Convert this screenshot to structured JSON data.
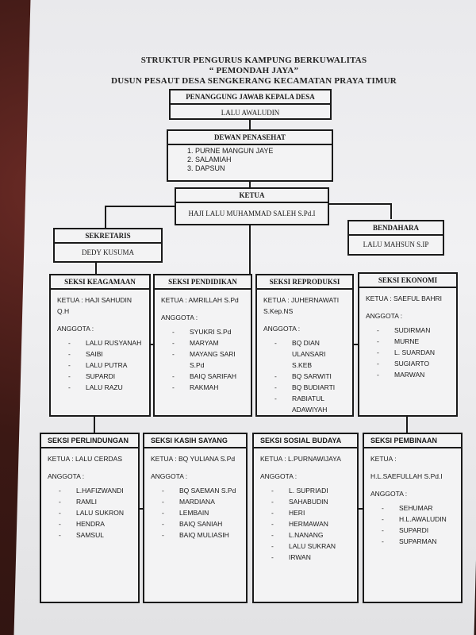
{
  "title": {
    "line1": "STRUKTUR PENGURUS KAMPUNG BERKUWALITAS",
    "line2": "“ PEMONDAH JAYA”",
    "line3": "DUSUN PESAUT DESA SENGKERANG KECAMATAN PRAYA TIMUR"
  },
  "penanggung": {
    "heading": "PENANGGUNG JAWAB KEPALA DESA",
    "name": "LALU AWALUDIN"
  },
  "dewan": {
    "heading": "DEWAN PENASEHAT",
    "members": [
      "PURNE MANGUN JAYE",
      "SALAMIAH",
      "DAPSUN"
    ]
  },
  "ketua": {
    "heading": "KETUA",
    "name": "HAJI LALU MUHAMMAD SALEH S.Pd.I"
  },
  "sekretaris": {
    "heading": "SEKRETARIS",
    "name": "DEDY KUSUMA"
  },
  "bendahara": {
    "heading": "BENDAHARA",
    "name": "LALU MAHSUN S.IP"
  },
  "sections": [
    {
      "heading": "SEKSI KEAGAMAAN",
      "ketua": "KETUA : HAJI SAHUDIN Q.H",
      "anggota_label": "ANGGOTA :",
      "members": [
        "LALU RUSYANAH",
        "SAIBI",
        "LALU PUTRA",
        "SUPARDI",
        "LALU RAZU"
      ]
    },
    {
      "heading": "SEKSI PENDIDIKAN",
      "ketua": "KETUA : AMRILLAH  S.Pd",
      "anggota_label": "ANGGOTA :",
      "members": [
        "SYUKRI S.Pd",
        "MARYAM",
        "MAYANG SARI S.Pd",
        "BAIQ SARIFAH",
        "RAKMAH"
      ]
    },
    {
      "heading": "SEKSI REPRODUKSI",
      "ketua": "KETUA : JUHERNAWATI S.Kep.NS",
      "anggota_label": "ANGGOTA :",
      "members": [
        "BQ DIAN ULANSARI S.KEB",
        "BQ SARWITI",
        "BQ BUDIARTI",
        "RABIATUL ADAWIYAH"
      ]
    },
    {
      "heading": "SEKSI EKONOMI",
      "ketua": "KETUA : SAEFUL BAHRI",
      "anggota_label": "ANGGOTA :",
      "members": [
        "SUDIRMAN",
        "MURNE",
        "L. SUARDAN",
        "SUGIARTO",
        "MARWAN"
      ]
    },
    {
      "heading": "SEKSI PERLINDUNGAN",
      "ketua": "KETUA : LALU  CERDAS",
      "anggota_label": "ANGGOTA :",
      "members": [
        "L.HAFIZWANDI",
        "RAMLI",
        "LALU SUKRON",
        "HENDRA",
        "SAMSUL"
      ]
    },
    {
      "heading": "SEKSI KASIH SAYANG",
      "ketua": "KETUA :  BQ YULIANA S.Pd",
      "anggota_label": "ANGGOTA :",
      "members": [
        "BQ SAEMAN S.Pd",
        "MARDIANA",
        "LEMBAIN",
        "BAIQ SANIAH",
        "BAIQ MULIASIH"
      ]
    },
    {
      "heading": "SEKSI SOSIAL BUDAYA",
      "ketua": "KETUA : L.PURNAWIJAYA",
      "anggota_label": "ANGGOTA :",
      "members": [
        "L. SUPRIADI",
        "SAHABUDIN",
        "HERI",
        "HERMAWAN",
        "L.NANANG",
        "LALU SUKRAN",
        "IRWAN"
      ]
    },
    {
      "heading": "SEKSI PEMBINAAN",
      "ketua": "KETUA :",
      "ketua_name": "H.L.SAEFULLAH S.Pd.I",
      "anggota_label": "ANGGOTA :",
      "members": [
        "SEHUMAR",
        "H.L.AWALUDIN",
        "SUPARDI",
        "SUPARMAN"
      ]
    }
  ]
}
